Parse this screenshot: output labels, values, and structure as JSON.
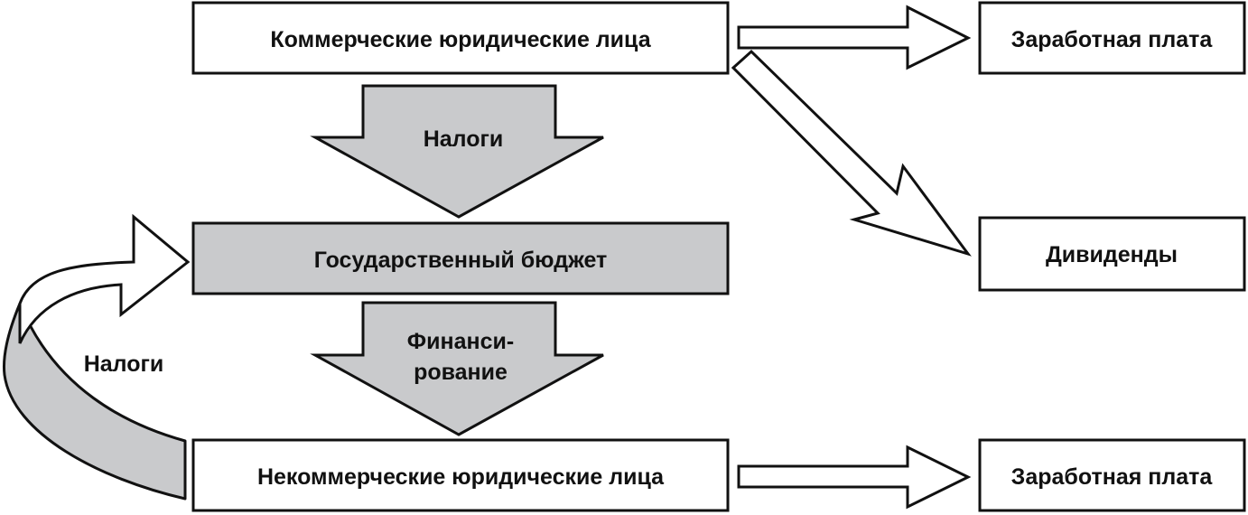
{
  "boxes": {
    "commercial": "Коммерческие юридические лица",
    "budget": "Государственный бюджет",
    "noncommercial": "Некоммерческие юридические лица",
    "salary_top": "Заработная плата",
    "dividends": "Дивиденды",
    "salary_bottom": "Заработная плата"
  },
  "arrows": {
    "taxes_down": "Налоги",
    "financing_line1": "Финанси-",
    "financing_line2": "рование",
    "taxes_loop": "Налоги"
  },
  "colors": {
    "box_fill": "#ffffff",
    "budget_fill": "#c9cacc",
    "arrow_fill": "#c9cacc",
    "outline": "#111111"
  }
}
